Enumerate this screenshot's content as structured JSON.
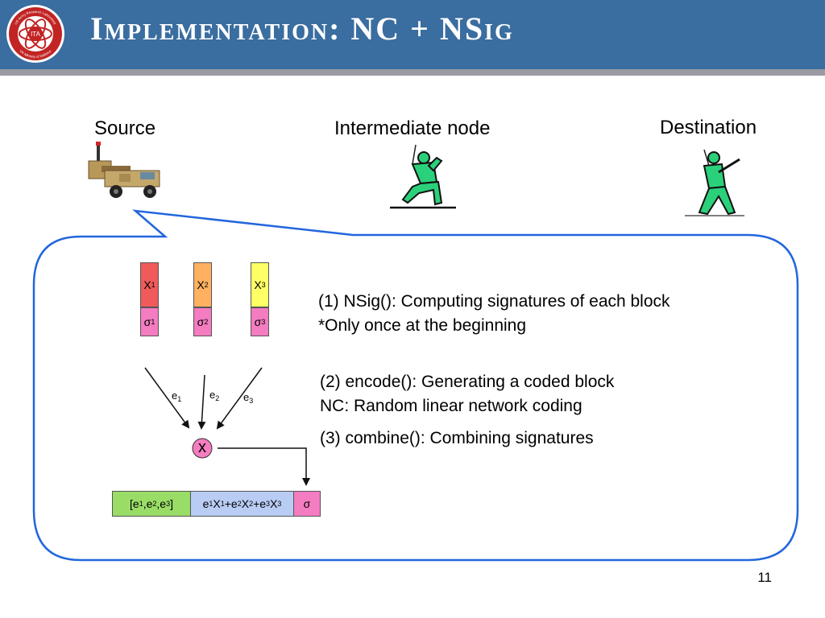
{
  "header": {
    "title": "Implementation: NC + NSig",
    "logo_text_top": "US Army Research Laboratory",
    "logo_text_bottom": "UK Ministry of Defence",
    "logo_center": "ITA"
  },
  "nodes": {
    "source": "Source",
    "intermediate": "Intermediate node",
    "destination": "Destination"
  },
  "blocks": {
    "x1": "X",
    "x2": "X",
    "x3": "X",
    "sub1": "1",
    "sub2": "2",
    "sub3": "3",
    "sigma": "σ",
    "combine_symbol": "x"
  },
  "coefficients": {
    "e": "e",
    "e1_sub": "1",
    "e2_sub": "2",
    "e3_sub": "3"
  },
  "coded_block": {
    "coeffs_open": "[e",
    "coeffs_sep": ",e",
    "coeffs_close": "]",
    "payload_e": "e",
    "payload_x": "X",
    "payload_plus": "+e",
    "sigma": "σ"
  },
  "steps": {
    "step1_line1": "(1) NSig(): Computing signatures of each block",
    "step1_line2": "*Only once at the beginning",
    "step2_line1": "(2) encode(): Generating a coded block",
    "step2_line2": "NC: Random linear network coding",
    "step3_line1": "(3) combine(): Combining signatures"
  },
  "colors": {
    "header_bg": "#3a6da0",
    "x1": "#f05a5a",
    "x2": "#ffb060",
    "x3": "#ffff66",
    "sigma": "#f47cc0",
    "coeffs": "#99dd66",
    "payload": "#b8ccf4",
    "callout_border": "#2266dd",
    "figure_green": "#2bd17a"
  },
  "footer": {
    "page_number": "11"
  }
}
